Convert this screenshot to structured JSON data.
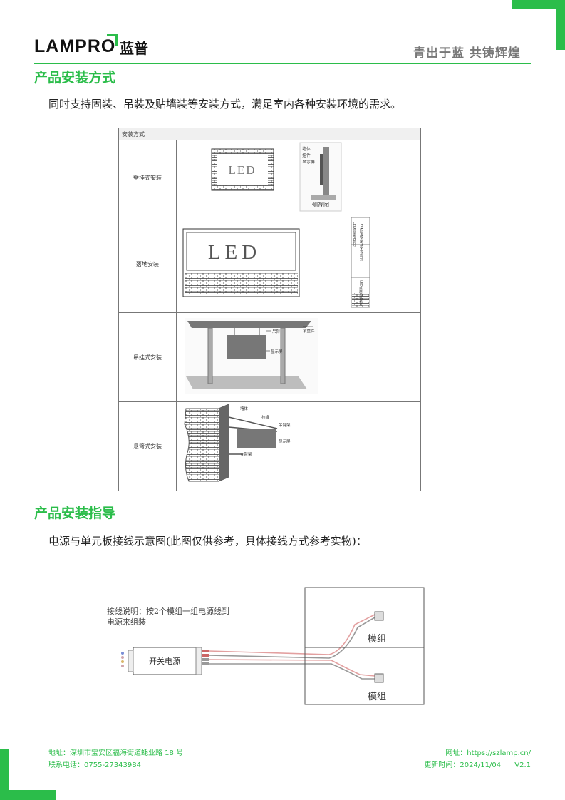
{
  "header": {
    "logo_text": "LAMPRO",
    "logo_cn": "蓝普",
    "slogan": "青出于蓝 共铸辉煌"
  },
  "section1": {
    "title": "产品安装方式",
    "desc": "同时支持固装、吊装及贴墙装等安装方式，满足室内各种安装环境的需求。",
    "table": {
      "header": "安装方式",
      "rows": [
        {
          "label": "壁挂式安装",
          "led": "LED",
          "side_labels": [
            "墙体",
            "挂件",
            "显示屏"
          ],
          "side_caption": "侧视图"
        },
        {
          "label": "落地安装",
          "led": "LED",
          "side_labels": [
            "LED显示屏部分",
            "LED固定钢架及化妆部分",
            "LED底座墙体部分"
          ]
        },
        {
          "label": "吊挂式安装",
          "callouts": [
            "吊臂",
            "显示屏",
            "承重件"
          ]
        },
        {
          "label": "悬臂式安装",
          "callouts": [
            "墙体",
            "拉绳",
            "吊臂架",
            "显示屏",
            "支臂架"
          ]
        }
      ]
    }
  },
  "section2": {
    "title": "产品安装指导",
    "desc": "电源与单元板接线示意图(此图仅供参考，具体接线方式参考实物)：",
    "diagram": {
      "note_line1": "接线说明：按2个模组一组电源线到",
      "note_line2": "电源来组装",
      "psu_label": "开关电源",
      "module_label_top": "模组",
      "module_label_bottom": "模组"
    }
  },
  "footer": {
    "address": "地址：深圳市宝安区福海街道蚝业路 18 号",
    "phone": "联系电话：0755-27343984",
    "website": "网址：https://szlamp.cn/",
    "updated": "更新时间：2024/11/04",
    "version": "V2.1"
  }
}
